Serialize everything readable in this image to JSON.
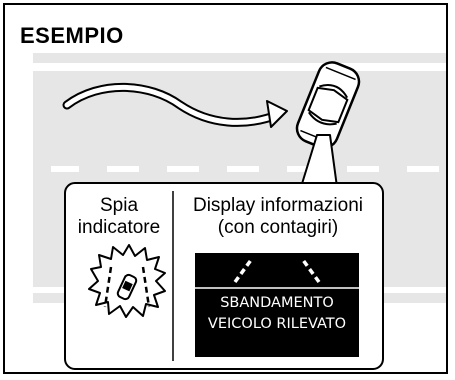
{
  "title": "ESEMPIO",
  "indicator_label": "Spia indicatore",
  "display_label": "Display informazioni (con contagiri)",
  "display_message": "SBANDAMENTO VEICOLO RILEVATO",
  "icons": [
    "swerve-arrow-icon",
    "car-icon",
    "lane-departure-warning-icon",
    "lane-lines-icon"
  ],
  "colors": {
    "road": "#e6e6e6",
    "lane_line": "#ffffff",
    "display_bg": "#000000",
    "display_text": "#ffffff"
  }
}
